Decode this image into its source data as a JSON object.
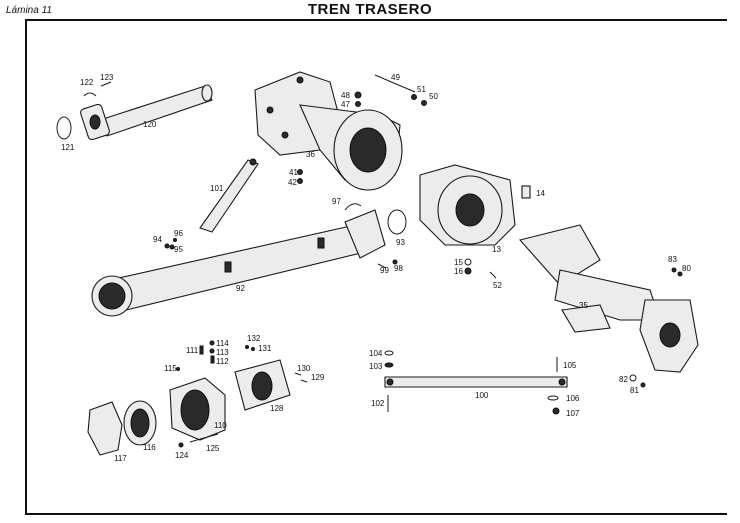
{
  "header": {
    "plate": "Lámina 11",
    "title": "TREN TRASERO"
  },
  "callouts": {
    "p13": "13",
    "p14": "14",
    "p15": "15",
    "p16": "16",
    "p35": "35",
    "p36": "36",
    "p41": "41",
    "p42": "42",
    "p47": "47",
    "p48": "48",
    "p49": "49",
    "p50": "50",
    "p51": "51",
    "p52": "52",
    "p80": "80",
    "p81": "81",
    "p82": "82",
    "p83": "83",
    "p92": "92",
    "p93": "93",
    "p94": "94",
    "p95": "95",
    "p96": "96",
    "p97": "97",
    "p98": "98",
    "p99": "99",
    "p100": "100",
    "p101": "101",
    "p102": "102",
    "p103": "103",
    "p104": "104",
    "p105": "105",
    "p106": "106",
    "p107": "107",
    "p110": "110",
    "p111": "111",
    "p112": "112",
    "p113": "113",
    "p114": "114",
    "p115": "115",
    "p116": "116",
    "p117": "117",
    "p120": "120",
    "p121": "121",
    "p122": "122",
    "p123": "123",
    "p124": "124",
    "p125": "125",
    "p128": "128",
    "p129": "129",
    "p130": "130",
    "p131": "131",
    "p132": "132"
  }
}
